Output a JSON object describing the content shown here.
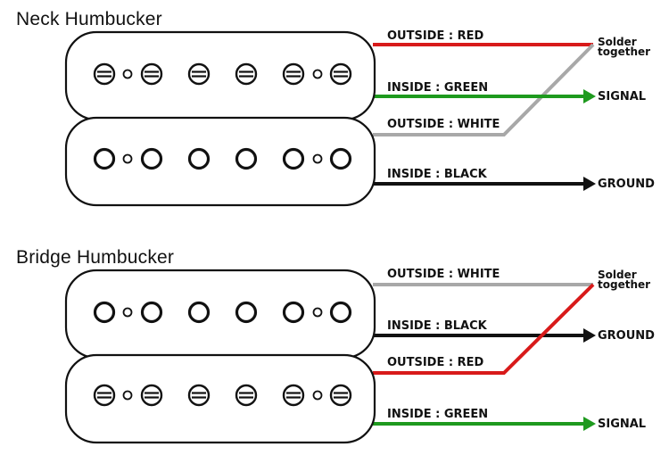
{
  "neck": {
    "title": "Neck Humbucker",
    "wires": {
      "outside_red": "OUTSIDE : RED",
      "inside_green": "INSIDE : GREEN",
      "outside_white": "OUTSIDE : WHITE",
      "inside_black": "INSIDE : BLACK"
    },
    "solder": [
      "Solder",
      "together"
    ],
    "signal": "SIGNAL",
    "ground": "GROUND"
  },
  "bridge": {
    "title": "Bridge Humbucker",
    "wires": {
      "outside_white": "OUTSIDE : WHITE",
      "inside_black": "INSIDE : BLACK",
      "outside_red": "OUTSIDE : RED",
      "inside_green": "INSIDE : GREEN"
    },
    "solder": [
      "Solder",
      "together"
    ],
    "ground": "GROUND",
    "signal": "SIGNAL"
  },
  "colors": {
    "red": "#d81a1a",
    "green": "#1e9a1e",
    "white_wire": "#a8a8a8",
    "black": "#111111",
    "outline": "#111111"
  }
}
